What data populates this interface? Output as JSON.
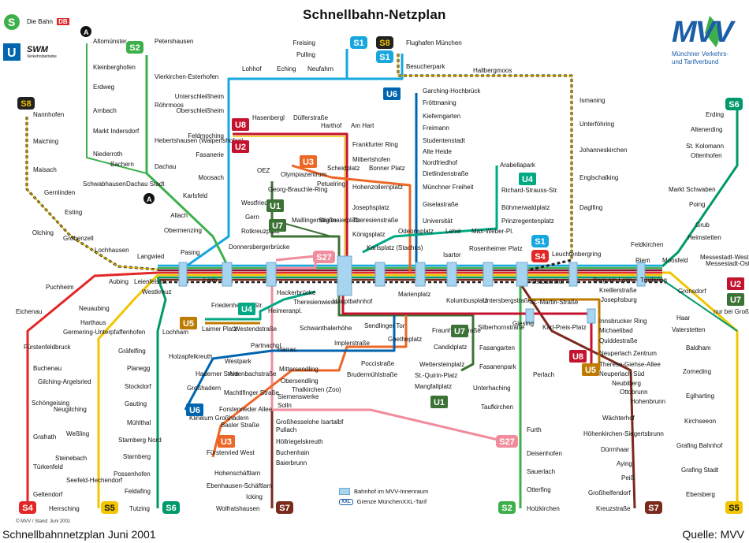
{
  "title": "Schnellbahn-Netzplan",
  "caption": "Schnellbahnnetzplan Juni 2001",
  "credit": "Quelle: MVV",
  "stand": "© MVV / Stand: Juni 2001",
  "logo": {
    "word": "MVV",
    "subtitle_1": "Münchner Verkehrs-",
    "subtitle_2": "und Tarifverbund"
  },
  "operators": {
    "sbahn": "Die Bahn",
    "db": "DB",
    "swm": "SWM",
    "swm_sub": "Verkehrsbetriebe"
  },
  "legend": {
    "innenraum": "Bahnhof im MVV-Innenraum",
    "xxl": "Grenze MünchenXXL-Tarif",
    "xxl_badge": "XXL"
  },
  "colors": {
    "S1": "#16a7df",
    "S2": "#3db04b",
    "S3": "#8a1538",
    "S4": "#e32626",
    "S5": "#f2c500",
    "S6": "#00996b",
    "S7": "#7a2a1d",
    "S8": "#222222",
    "S27": "#f08c9c",
    "U1": "#3c7236",
    "U2": "#c4122f",
    "U3": "#ec6725",
    "U4": "#00a984",
    "U5": "#bd7b00",
    "U6": "#0065ae",
    "U7": "#3c7236",
    "U8": "#c4122f",
    "innen": "#a7d4ee",
    "xxl": "#1c5da8"
  },
  "line_badges": [
    {
      "id": "S1_airport",
      "label": "S1",
      "line": "S1"
    },
    {
      "id": "S8_airport",
      "label": "S8",
      "line": "S8"
    },
    {
      "id": "S1_airport2",
      "label": "S1",
      "line": "S1"
    },
    {
      "id": "S2_nw",
      "label": "S2",
      "line": "S2"
    },
    {
      "id": "S8_w",
      "label": "S8",
      "line": "S8"
    },
    {
      "id": "S6_ne",
      "label": "S6",
      "line": "S6"
    },
    {
      "id": "U6_n",
      "label": "U6",
      "line": "U6"
    },
    {
      "id": "U8_n",
      "label": "U8",
      "line": "U8"
    },
    {
      "id": "U2_n",
      "label": "U2",
      "line": "U2"
    },
    {
      "id": "U3_n",
      "label": "U3",
      "line": "U3"
    },
    {
      "id": "U1_n",
      "label": "U1",
      "line": "U1"
    },
    {
      "id": "U7_n",
      "label": "U7",
      "line": "U7"
    },
    {
      "id": "U4_ne",
      "label": "U4",
      "line": "U4"
    },
    {
      "id": "S1_e",
      "label": "S1",
      "line": "S1"
    },
    {
      "id": "S4_e",
      "label": "S4",
      "line": "S4"
    },
    {
      "id": "S27_c",
      "label": "S27",
      "line": "S27"
    },
    {
      "id": "U2_e",
      "label": "U2",
      "line": "U2"
    },
    {
      "id": "U7_e",
      "label": "U7",
      "line": "U7"
    },
    {
      "id": "U4_w",
      "label": "U4",
      "line": "U4"
    },
    {
      "id": "U5_w",
      "label": "U5",
      "line": "U5"
    },
    {
      "id": "U7_c",
      "label": "U7",
      "line": "U7"
    },
    {
      "id": "U8_s",
      "label": "U8",
      "line": "U8"
    },
    {
      "id": "U5_s",
      "label": "U5",
      "line": "U5"
    },
    {
      "id": "U1_s",
      "label": "U1",
      "line": "U1"
    },
    {
      "id": "U6_s",
      "label": "U6",
      "line": "U6"
    },
    {
      "id": "U3_s",
      "label": "U3",
      "line": "U3"
    },
    {
      "id": "S27_s",
      "label": "S27",
      "line": "S27"
    },
    {
      "id": "S4_sw",
      "label": "S4",
      "line": "S4"
    },
    {
      "id": "S5_sw",
      "label": "S5",
      "line": "S5"
    },
    {
      "id": "S6_sw",
      "label": "S6",
      "line": "S6"
    },
    {
      "id": "S7_s",
      "label": "S7",
      "line": "S7"
    },
    {
      "id": "S2_s",
      "label": "S2",
      "line": "S2"
    },
    {
      "id": "S7_se",
      "label": "S7",
      "line": "S7"
    },
    {
      "id": "S6_se",
      "label": "S6",
      "line": "S6"
    },
    {
      "id": "S5_se",
      "label": "S5",
      "line": "S5"
    }
  ],
  "note_u7": "nur bei Großmessen",
  "stations": [
    "Freising",
    "Pulling",
    "Flughafen München",
    "Besucherpark",
    "Hallbergmoos",
    "Ismaning",
    "Unterföhring",
    "Johanneskirchen",
    "Englschalking",
    "Daglfing",
    "Lohhof",
    "Eching",
    "Neufahrn",
    "Unterschleißheim",
    "Oberschleißheim",
    "Feldmoching",
    "Fasanerie",
    "Moosach",
    "Altomünster",
    "Kleinberghofen",
    "Erdweg",
    "Arnbach",
    "Markt Indersdorf",
    "Niederroth",
    "Bachern",
    "Schwabhausen",
    "Dachau Stadt",
    "Petershausen",
    "Vierkirchen-Esterhofen",
    "Röhrmoos",
    "Hebertshausen (Walpertshofen)",
    "Dachau",
    "Karlsfeld",
    "Allach",
    "Obermenzing",
    "Nannhofen",
    "Malching",
    "Maisach",
    "Gernlinden",
    "Esting",
    "Olching",
    "Gröbenzell",
    "Lochhausen",
    "Langwied",
    "Pasing",
    "Laim",
    "Hasenbergl",
    "Dülferstraße",
    "Harthof",
    "Am Hart",
    "Frankfurter Ring",
    "Milbertshofen",
    "Scheidplatz",
    "Bonner Platz",
    "Hohenzollernplatz",
    "Josephsplatz",
    "Theresienstraße",
    "Königsplatz",
    "Garching-Hochbrück",
    "Fröttmaning",
    "Kieferngarten",
    "Freimann",
    "Studentenstadt",
    "Alte Heide",
    "Nordfriedhof",
    "Dietlindenstraße",
    "Münchner Freiheit",
    "Giselastraße",
    "Universität",
    "Odeonsplatz",
    "OEZ",
    "Olympiazentrum",
    "Petuelring",
    "Georg-Brauchle-Ring",
    "Westfriedhof",
    "Gern",
    "Rotkreuzplatz",
    "Maillingerstraße",
    "Stiglmaierplatz",
    "Arabellapark",
    "Richard-Strauss-Str.",
    "Böhmerwaldplatz",
    "Prinzregentenplatz",
    "Lehel",
    "Max-Weber-Pl.",
    "Erding",
    "Altenerding",
    "St. Kolomann",
    "Ottenhofen",
    "Markt Schwaben",
    "Poing",
    "Grub",
    "Heimstetten",
    "Feldkirchen",
    "Riem",
    "Messestadt-West",
    "Messestadt-Ost",
    "Moosfeld",
    "Trudering",
    "Leuchtenbergring",
    "Donnersbergerbrücke",
    "Hackerbrücke",
    "Hauptbahnhof",
    "Karlsplatz (Stachus)",
    "Marienplatz",
    "Isartor",
    "Rosenheimer Platz",
    "Ostbahnhof",
    "Berg am Laim",
    "Kreillerstraße",
    "Josephsburg",
    "Gronsdorf",
    "Haar",
    "Vaterstetten",
    "Baldham",
    "Zorneding",
    "Eglharting",
    "Kirchseeon",
    "Grafing Bahnhof",
    "Grafing Stadt",
    "Ebersberg",
    "Puchheim",
    "Aubing",
    "Leienfelsstr.",
    "Westkreuz",
    "Eichenau",
    "Neuaubing",
    "Harthaus",
    "Fürstenfeldbruck",
    "Germering-Unterpfaffenhofen",
    "Buchenau",
    "Gilching-Argelsried",
    "Schöngeising",
    "Neugilching",
    "Grafrath",
    "Weßling",
    "Steinebach",
    "Türkenfeld",
    "Seefeld-Hechendorf",
    "Geltendorf",
    "Herrsching",
    "Gräfelfing",
    "Planegg",
    "Stockdorf",
    "Gauting",
    "Mühlthal",
    "Starnberg Nord",
    "Starnberg",
    "Possenhofen",
    "Feldafing",
    "Tutzing",
    "Lochham",
    "Friedenheimer Str.",
    "Heimeranpl.",
    "Theresienwiese",
    "Schwanthalerhöhe",
    "Laimer Platz",
    "Westendstraße",
    "Partnachpl.",
    "Harras",
    "Holzapfelkreuth",
    "Westpark",
    "Haderner Stern",
    "Großhadern",
    "Klinikum Großhadern",
    "Aidenbachstraße",
    "Machtlfinger Straße",
    "Forstenrieder Allee",
    "Basler Straße",
    "Fürstenried West",
    "Implerstraße",
    "Goetheplatz",
    "Poccistraße",
    "Brudermühlstraße",
    "Mittersendling",
    "Obersendling",
    "Thalkirchen (Zoo)",
    "Siemenswerke",
    "Solln",
    "Großhesselohe Isartalbf",
    "Pullach",
    "Höllriegelskreuth",
    "Buchenhain",
    "Baierbrunn",
    "Hohenschäftlarn",
    "Ebenhausen-Schäftlarn",
    "Icking",
    "Wolfratshausen",
    "Sendlinger Tor",
    "Fraunhoferstraße",
    "Kolumbusplatz",
    "Candidplatz",
    "Wettersteinplatz",
    "St.-Quirin-Platz",
    "Mangfallplatz",
    "Silberhornstraße",
    "Untersbergstraße",
    "Giesing",
    "Karl-Preis-Platz",
    "St.-Martin-Straße",
    "Fasangarten",
    "Fasanenpark",
    "Unterhaching",
    "Taufkirchen",
    "Furth",
    "Deisenhofen",
    "Sauerlach",
    "Otterfing",
    "Holzkirchen",
    "Innsbrucker Ring",
    "Michaelibad",
    "Quiddestraße",
    "Neuperlach Zentrum",
    "Therese-Giehse-Allee",
    "Neuperlach Süd",
    "Neubiberg",
    "Ottobrunn",
    "Hohenbrunn",
    "Wächterhof",
    "Höhenkirchen-Siegertsbrunn",
    "Dürrnhaar",
    "Aying",
    "Peiß",
    "Großhelfendorf",
    "Kreuzstraße",
    "Perlach"
  ]
}
